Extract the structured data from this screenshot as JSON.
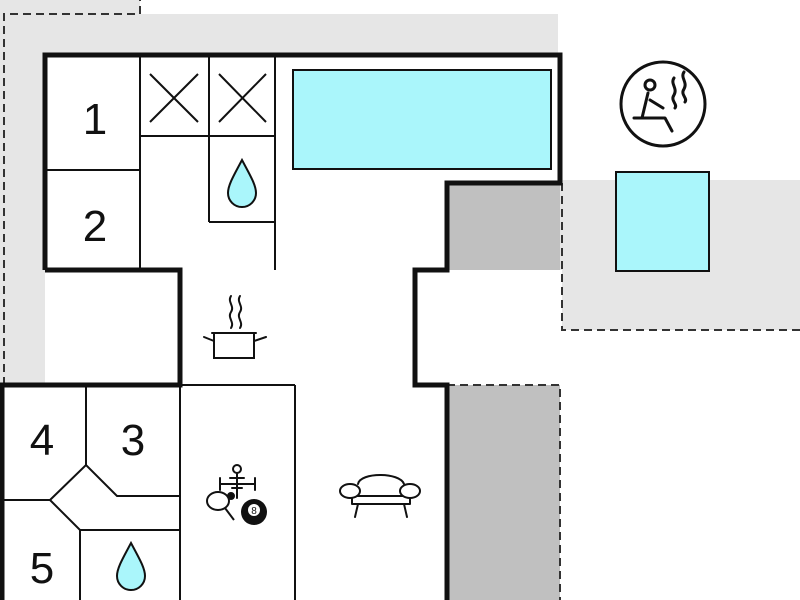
{
  "floor_plan": {
    "rooms": [
      {
        "key": "bedroom-1",
        "label": "1"
      },
      {
        "key": "bedroom-2",
        "label": "2"
      },
      {
        "key": "bedroom-3",
        "label": "3"
      },
      {
        "key": "bedroom-4",
        "label": "4"
      },
      {
        "key": "bedroom-5",
        "label": "5"
      }
    ],
    "icons": [
      "sauna-icon",
      "cooking-pot-icon",
      "table-tennis-icon",
      "foosball-icon",
      "billiard-ball-icon",
      "sofa-icon",
      "water-drop-icon",
      "pool-icon",
      "hot-tub-icon"
    ],
    "billiard_ball_number": "8",
    "colors": {
      "terrace": "#e6e6e6",
      "covered_terrace": "#c0c0c0",
      "water": "#aaf6fb",
      "wall": "#111111",
      "floor": "#ffffff"
    }
  }
}
